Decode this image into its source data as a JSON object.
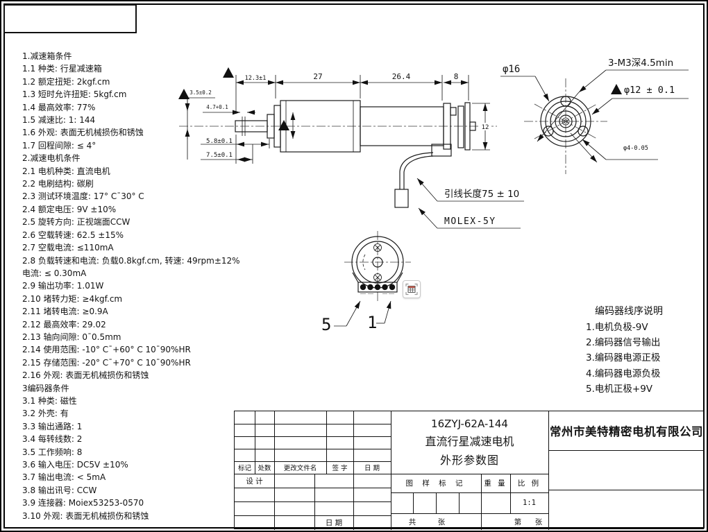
{
  "specs": {
    "lines": [
      "1.减速箱条件",
      "1.1 种类: 行星减速箱",
      "1.2 额定扭矩: 2kgf.cm",
      "1.3 短时允许扭矩: 5kgf.cm",
      "1.4 最高效率: 77%",
      "1.5 减速比: 1: 144",
      "1.6 外观: 表面无机械损伤和锈蚀",
      "1.7 回程间隙: ≤ 4°",
      "2.减速电机条件",
      "2.1 电机种类: 直流电机",
      "2.2 电刷结构: 碳刷",
      "2.3 测试环境温度: 17° C¯30° C",
      "2.4 额定电压: 9V ±10%",
      "2.5 旋转方向: 正视端面CCW",
      "2.6 空载转速: 62.5 ±15%",
      "2.7 空载电流: ≤110mA",
      "2.8 负载转速和电流: 负载0.8kgf.cm, 转速: 49rpm±12%",
      "电流: ≤ 0.30mA",
      "2.9 输出功率: 1.01W",
      "2.10 堵转力矩: ≥4kgf.cm",
      "2.11 堵转电流: ≥0.9A",
      "2.12 最高效率: 29.02",
      "2.13 轴向间隙: 0¯0.5mm",
      "2.14 使用范围: -10° C¯+60° C 10¯90%HR",
      "2.15 存储范围: -20° C¯+70° C 10¯90%HR",
      "2.16 外观: 表面无机械损伤和锈蚀",
      "3编码器条件",
      "3.1 种类: 磁性",
      "3.2 外壳: 有",
      "3.3 输出通路: 1",
      "3.4 每转线数: 2",
      "3.5 工作频响: 8",
      "3.6 输入电压: DC5V ±10%",
      "3.7 输出电流: < 5mA",
      "3.8 输出讯号: CCW",
      "3.9 连接器: Moiex53253-0570",
      "3.10 外观: 表面无机械损伤和锈蚀"
    ]
  },
  "side_view": {
    "dims": {
      "d1": "12.3±1",
      "d2": "27",
      "d3": "26.4",
      "d4": "8",
      "d5": "3.5±0.2",
      "d6": "4.7+0.1",
      "d7": "5.8±0.1",
      "d8": "7.5±0.1",
      "d9": "12"
    },
    "labels": {
      "lead_length": "引线长度75 ± 10",
      "connector": "MOLEX-5Y"
    }
  },
  "front_view": {
    "labels": {
      "outer_dia": "φ16",
      "thread": "3-M3深4.5min",
      "bolt_circle": "φ12 ± 0.1",
      "shaft_dia": "φ4-0.05"
    }
  },
  "rear_view": {
    "pin_left": "5",
    "pin_right": "1"
  },
  "encoder_note": {
    "title": "编码器线序说明",
    "items": [
      "1.电机负极-9V",
      "2.编码器信号输出",
      "3.编码器电源正极",
      "4.编码器电源负极",
      "5.电机正极+9V"
    ]
  },
  "title_block": {
    "model": "16ZYJ-62A-144",
    "product_name": "直流行星减速电机",
    "drawing_type": "外形参数图",
    "company": "常州市美特精密电机有限公司",
    "rev_headers": [
      "标记",
      "处数",
      "更改文件名",
      "签 字",
      "日 期"
    ],
    "design_label": "设 计",
    "date_label": "日 期",
    "stamp_label": "图 样 标 记",
    "weight_label": "重 量",
    "scale_label": "比 例",
    "scale_value": "1:1",
    "total_prefix": "共",
    "total_suffix": "张",
    "sheet_prefix": "第",
    "sheet_suffix": "张"
  },
  "overlay": {
    "table_icon": "table-extract-icon"
  }
}
